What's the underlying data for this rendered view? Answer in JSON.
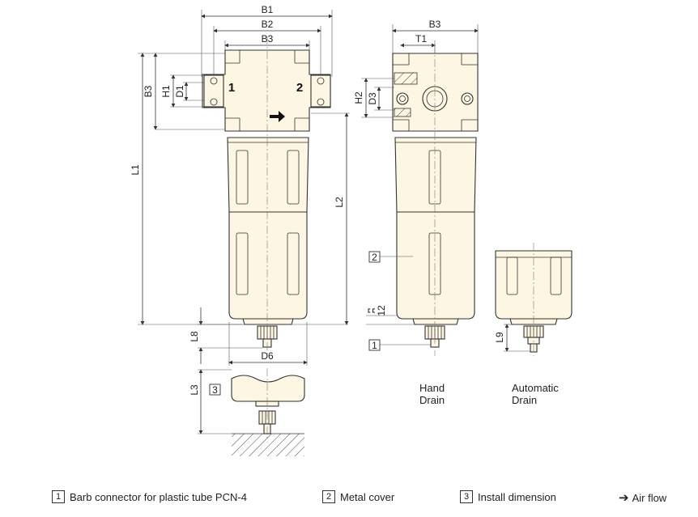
{
  "figure": {
    "front_view": {
      "dimensions": {
        "b1": "B1",
        "b2": "B2",
        "b3": "B3",
        "h1": "H1",
        "d1": "D1",
        "b3_side": "B3",
        "l1": "L1",
        "l2": "L2",
        "l8": "L8",
        "d6": "D6",
        "l3": "L3"
      },
      "ports": {
        "inlet": "1",
        "outlet": "2"
      },
      "install_marker": "3"
    },
    "side_view": {
      "dimensions": {
        "b3": "B3",
        "t1": "T1",
        "h2": "H2",
        "d3": "D3",
        "s_dim": "12",
        "s_prefix": "ʭ"
      },
      "cover_marker": "2",
      "connector_marker": "1"
    },
    "auto_drain": {
      "l9": "L9"
    },
    "captions": {
      "hand": [
        "Hand",
        "Drain"
      ],
      "automatic": [
        "Automatic",
        "Drain"
      ]
    }
  },
  "legend": {
    "items": [
      {
        "num": "1",
        "text": "Barb connector for plastic tube PCN-4"
      },
      {
        "num": "2",
        "text": "Metal cover"
      },
      {
        "num": "3",
        "text": "Install dimension"
      }
    ],
    "airflow": "Air flow"
  },
  "colors": {
    "body_fill": "#fdf6e3",
    "line": "#333333"
  }
}
